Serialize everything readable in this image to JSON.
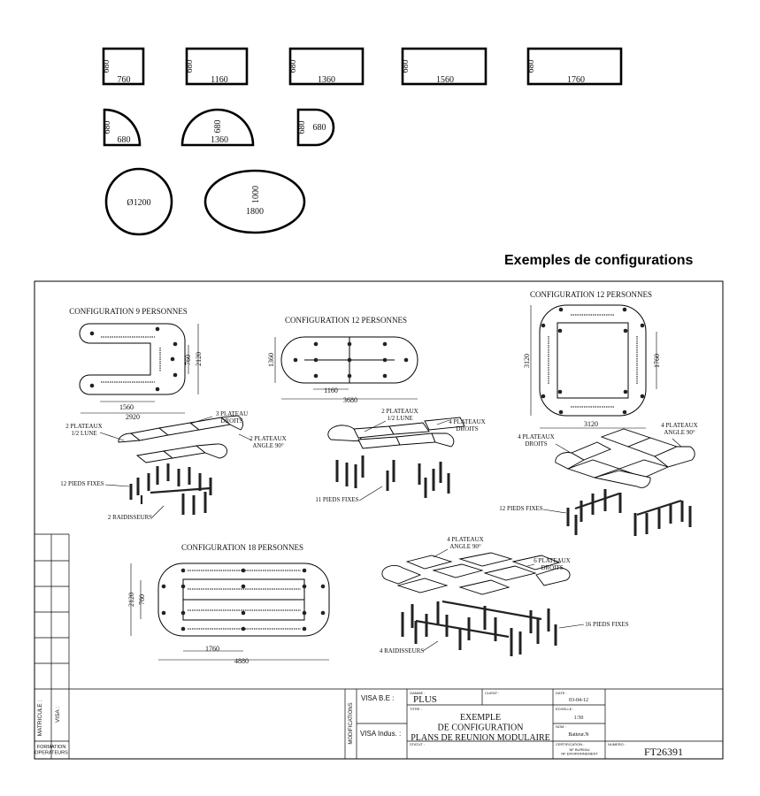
{
  "heading": "Exemples de configurations",
  "modules": {
    "rect_760": {
      "depth": "680",
      "width": "760"
    },
    "rect_1160": {
      "depth": "680",
      "width": "1160"
    },
    "rect_1360": {
      "depth": "680",
      "width": "1360"
    },
    "rect_1560": {
      "depth": "680",
      "width": "1560"
    },
    "rect_1760": {
      "depth": "680",
      "width": "1760"
    },
    "quarter": {
      "a": "680",
      "b": "680"
    },
    "half_moon": {
      "depth": "680",
      "width": "1360"
    },
    "round_end": {
      "a": "680",
      "b": "680"
    },
    "round": {
      "diameter": "Ø1200"
    },
    "oval": {
      "height": "1000",
      "width": "1800"
    }
  },
  "config9": {
    "title": "CONFIGURATION 9 PERSONNES",
    "dims": {
      "inner": "1560",
      "outer": "2920",
      "h1": "760",
      "h2": "2120"
    },
    "labels": {
      "plateaux_droits": "3 PLATEAU\nDROITS",
      "demi_lune": "2 PLATEAUX\n1/2 LUNE",
      "angle": "2 PLATEAUX\nANGLE 90°",
      "pieds": "12 PIEDS FIXES",
      "raidisseurs": "2 RAIDISSEURS"
    }
  },
  "config12a": {
    "title": "CONFIGURATION 12 PERSONNES",
    "dims": {
      "h": "1360",
      "inner": "1160",
      "outer": "3680"
    },
    "labels": {
      "demi_lune": "2 PLATEAUX\n1/2 LUNE",
      "plateaux_droits": "4 PLATEAUX\nDROITS",
      "pieds": "11 PIEDS FIXES"
    }
  },
  "config12b": {
    "title": "CONFIGURATION 12 PERSONNES",
    "dims": {
      "h": "3120",
      "inner": "1760",
      "w": "3120"
    },
    "labels": {
      "plateaux_droits": "4 PLATEAUX\nDROITS",
      "angle": "4 PLATEAUX\nANGLE 90°",
      "pieds": "12 PIEDS FIXES"
    }
  },
  "config18": {
    "title": "CONFIGURATION 18 PERSONNES",
    "dims": {
      "h1": "760",
      "h2": "2120",
      "inner": "1760",
      "outer": "4880"
    },
    "labels": {
      "angle": "4 PLATEAUX\nANGLE 90°",
      "plateaux_droits": "6 PLATEAUX\nDROITS",
      "pieds": "16 PIEDS FIXES",
      "raidisseurs": "4 RAIDISSEURS"
    }
  },
  "title_block": {
    "matricule": "MATRICULE :",
    "visa": "VISA :",
    "formation": "FORMATION\nOPERATEURS",
    "modifications": "MODIFICATIONS",
    "visa_be": "VISA B.E :",
    "visa_indus": "VISA Indus. :",
    "gamme_label": "GAMME :",
    "gamme_value": "PLUS",
    "client_label": "CLIENT :",
    "titre_label": "TITRE :",
    "titre_value": "EXEMPLE\nDE CONFIGURATION\nPLANS DE REUNION MODULAIRE",
    "date_label": "DATE :",
    "date_value": "03-04-12",
    "echelle_label": "ECHELLE :",
    "echelle_value": "1:50",
    "nom_label": "NOM :",
    "nom_value": "Batteur.N",
    "statut_label": "STATUT :",
    "certification_label": "CERTIFICATION :",
    "certification_value": "NF BUREAU\nNF ENVIRONNEMENT",
    "numero_label": "NUMERO :",
    "numero_value": "FT26391"
  }
}
